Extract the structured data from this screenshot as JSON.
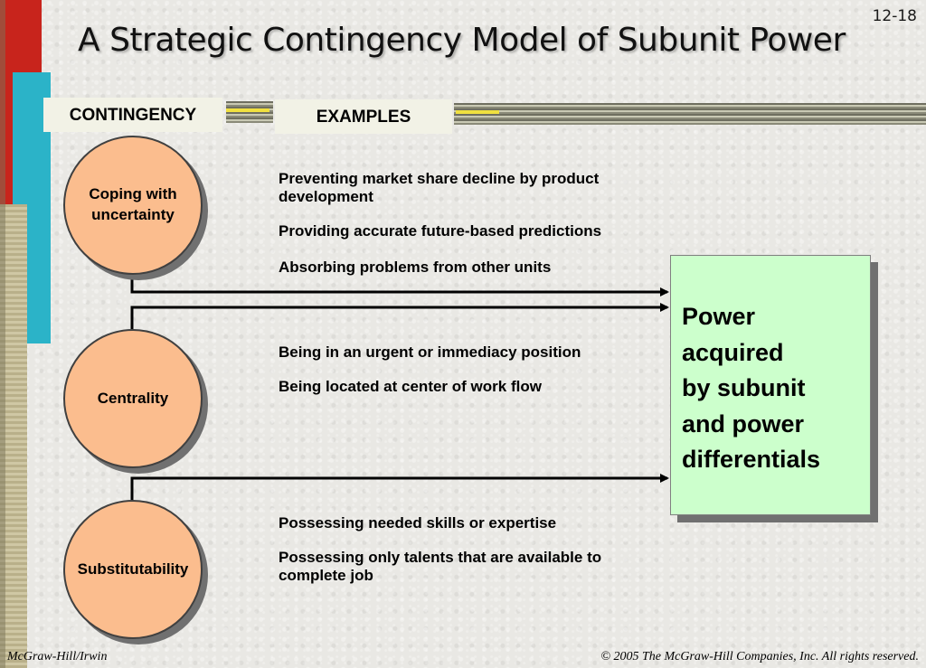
{
  "slide": {
    "number": "12-18",
    "title": "A Strategic Contingency Model of Subunit Power"
  },
  "headers": {
    "contingency": "CONTINGENCY",
    "examples": "EXAMPLES"
  },
  "contingencies": [
    {
      "label": "Coping with uncertainty",
      "examples": [
        "Preventing market share decline by product development",
        "Providing accurate future-based predictions",
        "Absorbing problems from other units"
      ]
    },
    {
      "label": "Centrality",
      "examples": [
        "Being in an urgent or immediacy position",
        "Being located at center of work flow"
      ]
    },
    {
      "label": "Substitutability",
      "examples": [
        "Possessing needed skills or expertise",
        "Possessing only talents that are available to complete job"
      ]
    }
  ],
  "outcome": {
    "text": "Power\nacquired\nby subunit\nand power\ndifferentials"
  },
  "footer": {
    "left": "McGraw-Hill/Irwin",
    "right": "© 2005 The McGraw-Hill Companies, Inc. All rights reserved."
  },
  "colors": {
    "circle_fill": "#fbbd8e",
    "outcome_fill": "#ccffcc",
    "accent_red": "#c8241c",
    "accent_cyan": "#2bb3c8"
  }
}
